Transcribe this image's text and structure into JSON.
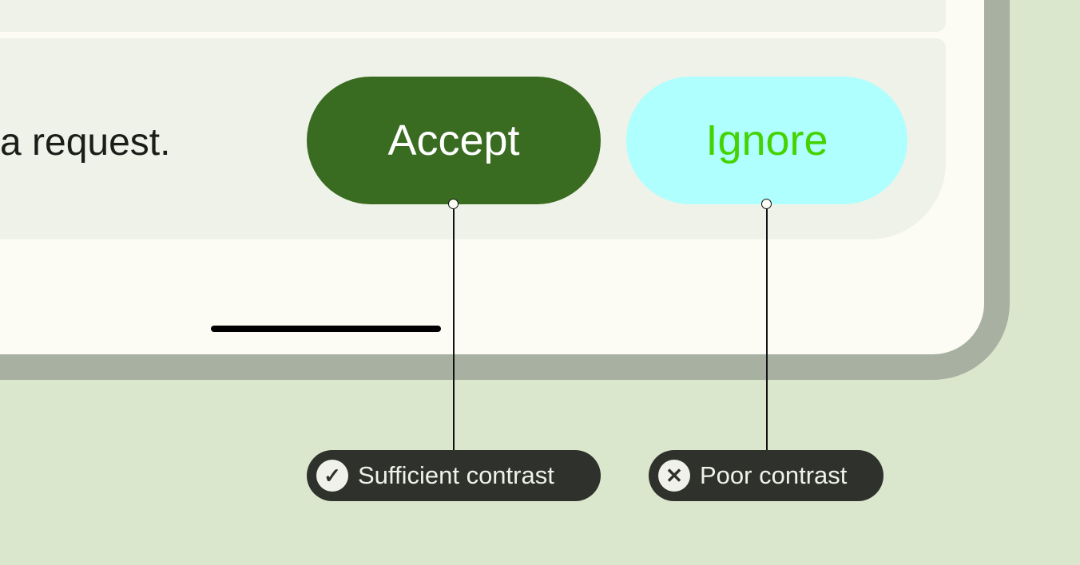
{
  "message": "a request.",
  "buttons": {
    "accept": "Accept",
    "ignore": "Ignore"
  },
  "annotations": [
    {
      "label": "Sufficient contrast",
      "icon": "check-icon",
      "glyph": "✓"
    },
    {
      "label": "Poor contrast",
      "icon": "close-icon",
      "glyph": "✕"
    }
  ],
  "colors": {
    "accept_bg": "#396b20",
    "accept_text": "#ffffff",
    "ignore_bg": "#aefffe",
    "ignore_text": "#44d300"
  }
}
